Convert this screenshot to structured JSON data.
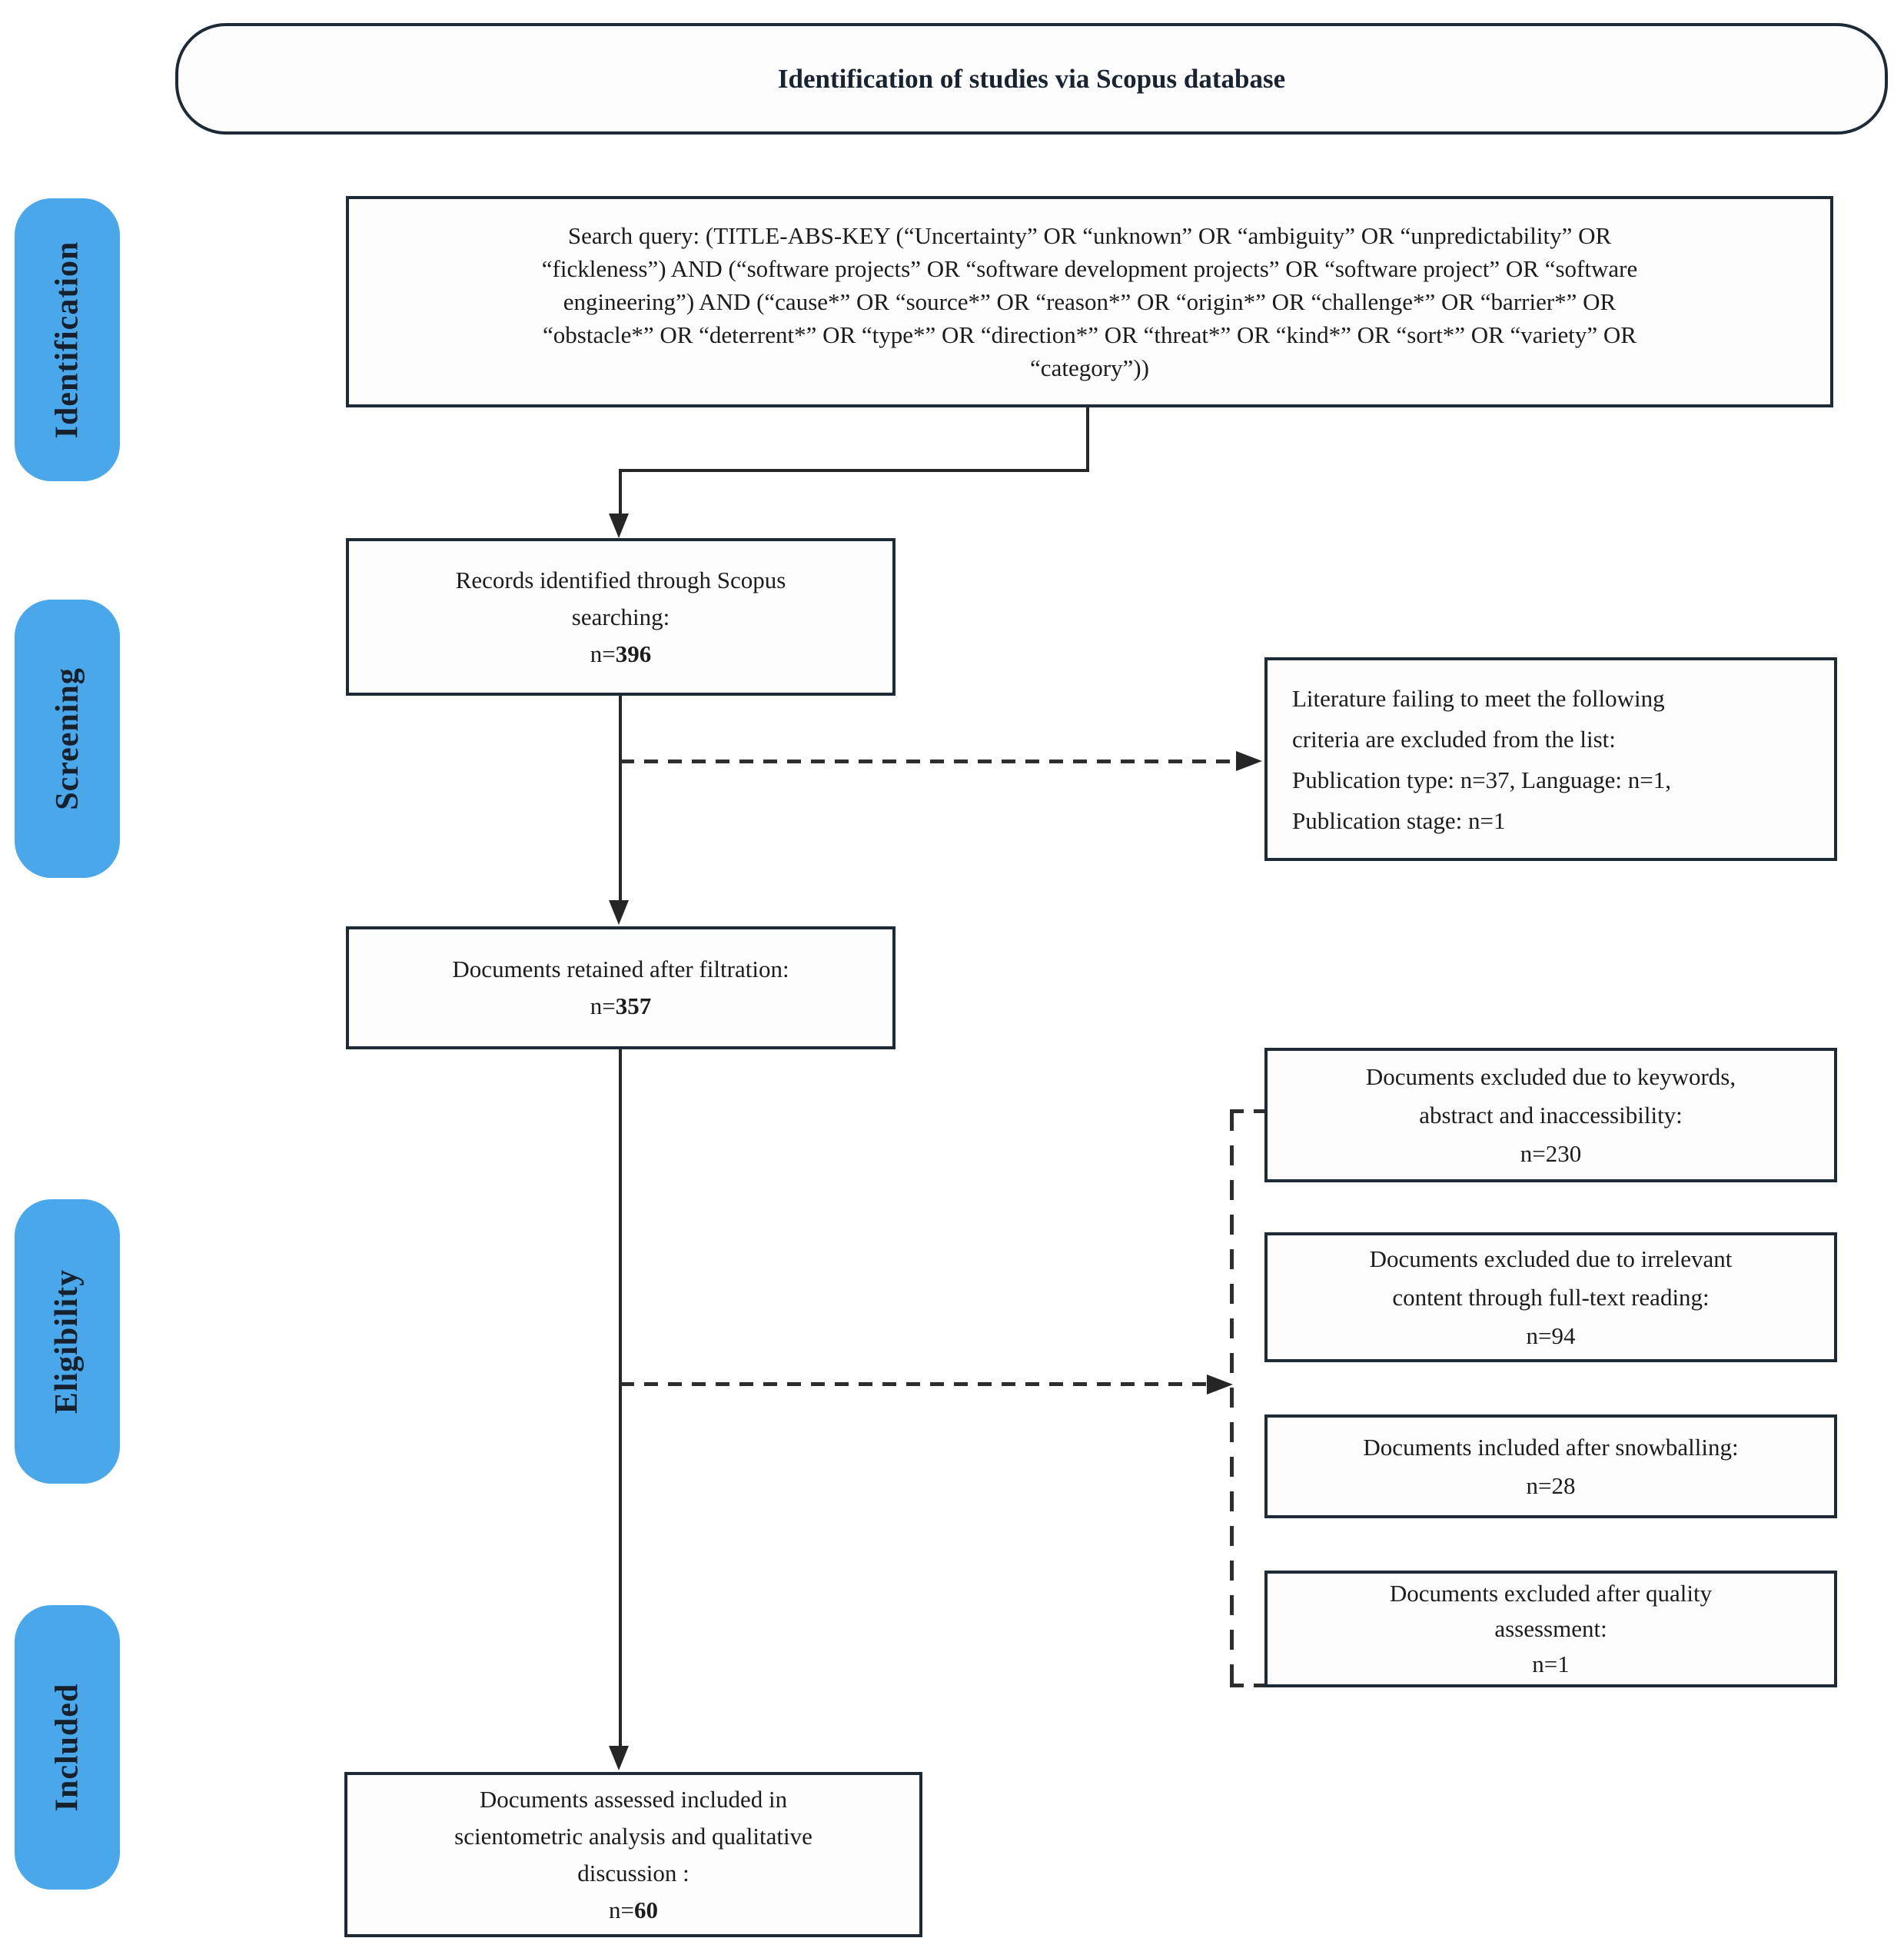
{
  "title": "Identification of studies via Scopus database",
  "stages": [
    {
      "label": "Identification"
    },
    {
      "label": "Screening"
    },
    {
      "label": "Eligibility"
    },
    {
      "label": "Included"
    }
  ],
  "boxes": {
    "query": {
      "text": "Search query: (TITLE-ABS-KEY (“Uncertainty” OR “unknown” OR “ambiguity” OR “unpredictability” OR\n“fickleness”) AND (“software projects” OR “software development projects” OR “software project” OR “software\nengineering”) AND (“cause*” OR “source*” OR “reason*” OR “origin*” OR “challenge*” OR “barrier*” OR\n“obstacle*” OR “deterrent*” OR “type*” OR “direction*” OR “threat*” OR “kind*” OR “sort*” OR “variety” OR\n“category”))"
    },
    "records": {
      "text": "Records identified through Scopus\nsearching:",
      "n_prefix": "n=",
      "n_value": "396"
    },
    "literature": {
      "text": "Literature failing to meet the following\ncriteria are excluded from the list:\nPublication type: n=37, Language: n=1,\nPublication stage: n=1"
    },
    "retained": {
      "text": "Documents retained after filtration:",
      "n_prefix": "n=",
      "n_value": "357"
    },
    "keywords": {
      "text": "Documents excluded due to keywords,\nabstract and inaccessibility:\nn=230"
    },
    "fulltext": {
      "text": "Documents excluded due to irrelevant\ncontent through full-text reading:\nn=94"
    },
    "snowball": {
      "text": "Documents included after snowballing:\nn=28"
    },
    "quality": {
      "text": "Documents excluded after quality\nassessment:\nn=1"
    },
    "final": {
      "text": "Documents assessed included in\nscientometric analysis and qualitative\ndiscussion :",
      "n_prefix": "n=",
      "n_value": "60"
    }
  },
  "colors": {
    "stage_pill": "#4aa7e9",
    "box_border": "#1e2a36",
    "line": "#262626"
  }
}
